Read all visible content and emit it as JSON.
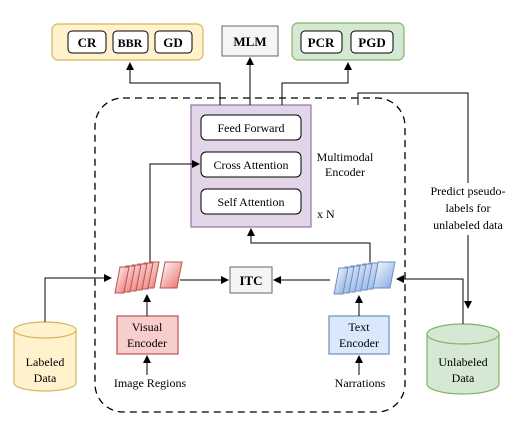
{
  "top": {
    "group_left": [
      "CR",
      "BBR",
      "GD"
    ],
    "mlm": "MLM",
    "group_right": [
      "PCR",
      "PGD"
    ]
  },
  "encoder": {
    "layers": [
      "Feed Forward",
      "Cross Attention",
      "Self Attention"
    ],
    "title_line1": "Multimodal",
    "title_line2": "Encoder",
    "repeat": "x N"
  },
  "middle": {
    "itc": "ITC",
    "visual_encoder_line1": "Visual",
    "visual_encoder_line2": "Encoder",
    "text_encoder_line1": "Text",
    "text_encoder_line2": "Encoder",
    "image_regions": "Image Regions",
    "narrations": "Narrations"
  },
  "side": {
    "labeled_line1": "Labeled",
    "labeled_line2": "Data",
    "unlabeled_line1": "Unlabeled",
    "unlabeled_line2": "Data",
    "predict_line1": "Predict pseudo-",
    "predict_line2": "labels for",
    "predict_line3": "unlabeled data"
  },
  "colors": {
    "yellow_fill": "#fff2cc",
    "yellow_stroke": "#d6b656",
    "gray_fill": "#f5f5f5",
    "gray_stroke": "#666666",
    "green_fill": "#d5e8d4",
    "green_stroke": "#82b366",
    "purple_fill": "#e1d5e7",
    "purple_stroke": "#9673a6",
    "red_fill": "#f8cecc",
    "red_stroke": "#b85450",
    "blue_fill": "#dae8fc",
    "blue_stroke": "#6c8ebf"
  }
}
